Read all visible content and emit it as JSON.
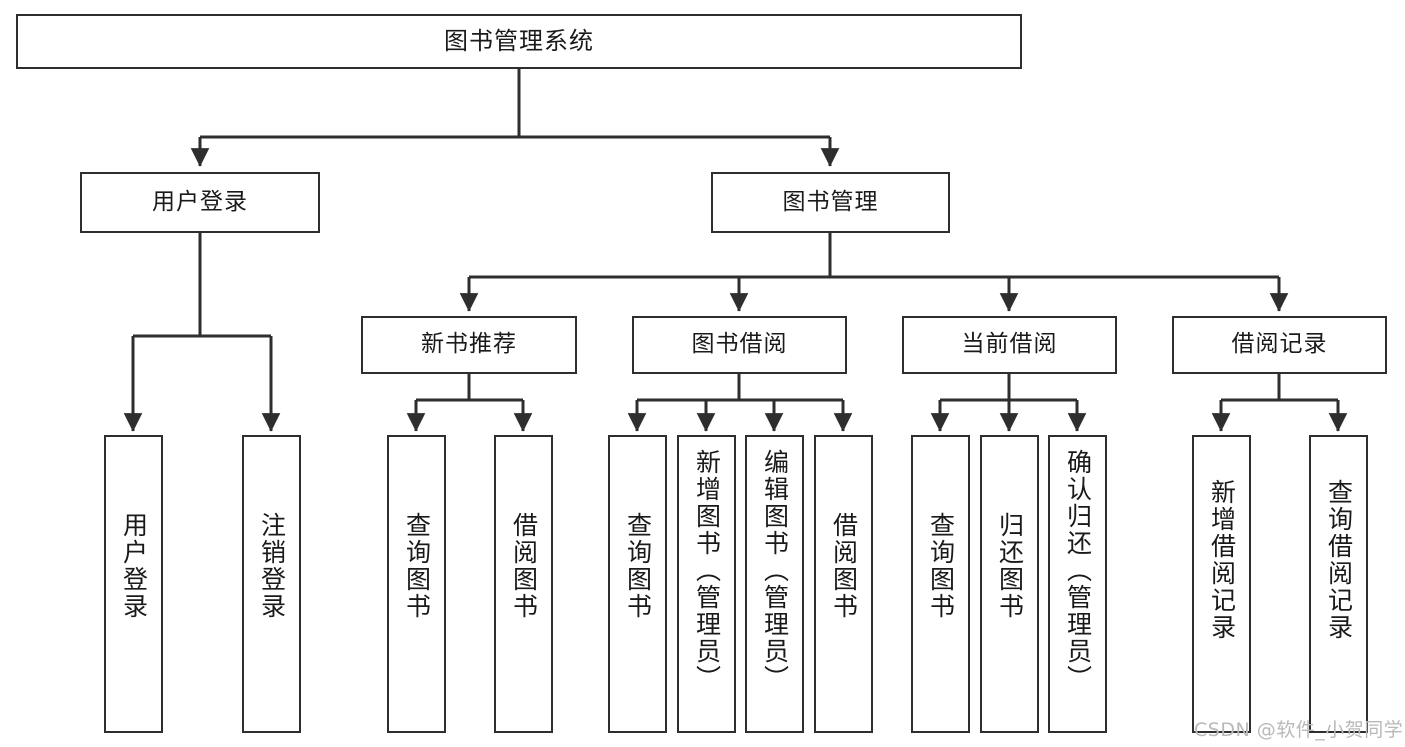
{
  "diagram": {
    "type": "tree-hierarchy",
    "title": "图书管理系统",
    "root": {
      "id": "root",
      "label": "图书管理系统",
      "orientation": "horizontal"
    },
    "level2": [
      {
        "id": "user-login",
        "label": "用户登录",
        "orientation": "horizontal"
      },
      {
        "id": "book-manage",
        "label": "图书管理",
        "orientation": "horizontal"
      }
    ],
    "level3": [
      {
        "id": "new-book-recommend",
        "label": "新书推荐",
        "orientation": "horizontal",
        "parent": "book-manage"
      },
      {
        "id": "book-borrow",
        "label": "图书借阅",
        "orientation": "horizontal",
        "parent": "book-manage"
      },
      {
        "id": "current-borrow",
        "label": "当前借阅",
        "orientation": "horizontal",
        "parent": "book-manage"
      },
      {
        "id": "borrow-record",
        "label": "借阅记录",
        "orientation": "horizontal",
        "parent": "book-manage"
      }
    ],
    "leaves": [
      {
        "id": "leaf-user-login",
        "label": "用户登录",
        "parent": "user-login"
      },
      {
        "id": "leaf-logout-login",
        "label": "注销登录",
        "parent": "user-login"
      },
      {
        "id": "leaf-query-book-1",
        "label": "查询图书",
        "parent": "new-book-recommend"
      },
      {
        "id": "leaf-borrow-book-1",
        "label": "借阅图书",
        "parent": "new-book-recommend"
      },
      {
        "id": "leaf-query-book-2",
        "label": "查询图书",
        "parent": "book-borrow"
      },
      {
        "id": "leaf-add-book",
        "label": "新增图书（管理员）",
        "parent": "book-borrow"
      },
      {
        "id": "leaf-edit-book",
        "label": "编辑图书（管理员）",
        "parent": "book-borrow"
      },
      {
        "id": "leaf-borrow-book-2",
        "label": "借阅图书",
        "parent": "book-borrow"
      },
      {
        "id": "leaf-query-book-3",
        "label": "查询图书",
        "parent": "current-borrow"
      },
      {
        "id": "leaf-return-book",
        "label": "归还图书",
        "parent": "current-borrow"
      },
      {
        "id": "leaf-confirm-return",
        "label": "确认归还（管理员）",
        "parent": "current-borrow"
      },
      {
        "id": "leaf-add-record",
        "label": "新增借阅记录",
        "parent": "borrow-record"
      },
      {
        "id": "leaf-query-record",
        "label": "查询借阅记录",
        "parent": "borrow-record"
      }
    ],
    "colors": {
      "background": "#ffffff",
      "box_fill": "#ffffff",
      "box_border": "#2e2e2e",
      "connector": "#2e2e2e",
      "text": "#1a1a1a",
      "watermark": "#b9b9b9"
    }
  },
  "watermark": {
    "text": "CSDN @软件_小贺同学"
  }
}
